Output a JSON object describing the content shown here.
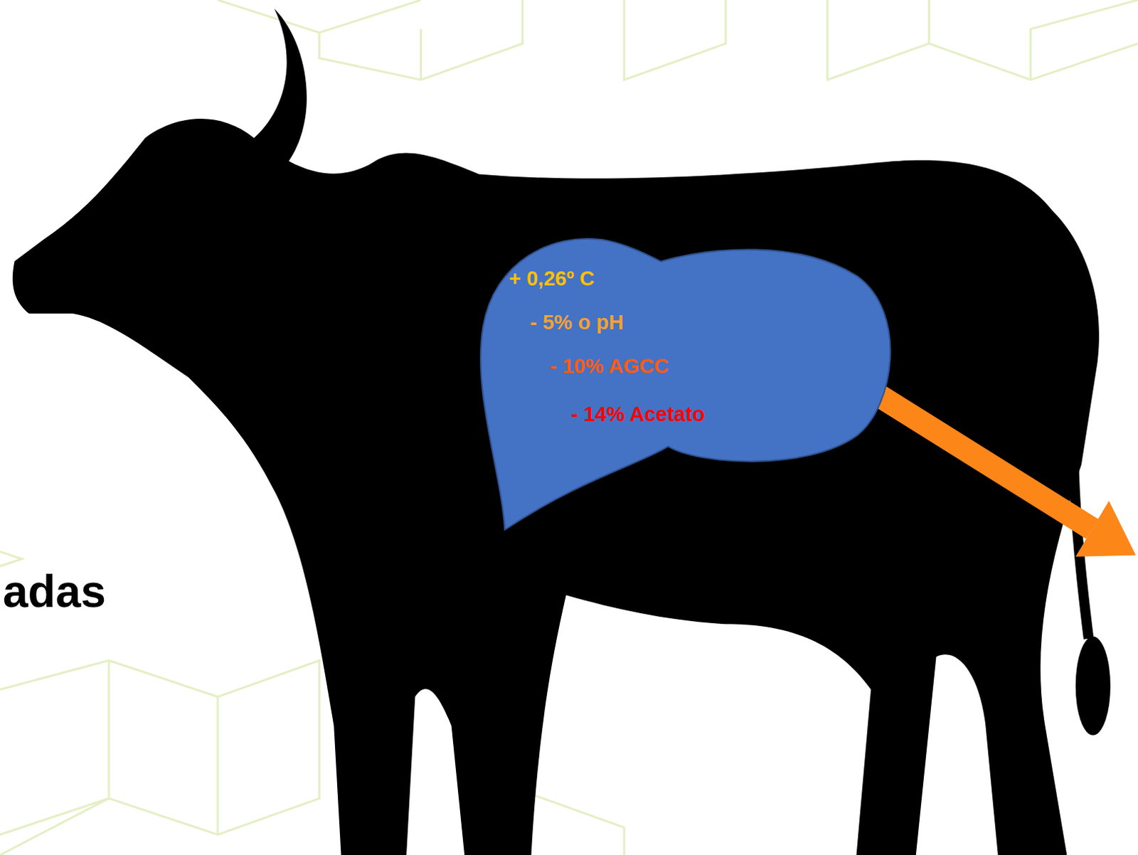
{
  "diagram": {
    "nodes": [
      {
        "text": [
          "+ 0,26º C",
          "- 5% o pH",
          "- 10% AGCC",
          "- 14% Acetato"
        ]
      }
    ],
    "labels": [
      "adas"
    ]
  }
}
